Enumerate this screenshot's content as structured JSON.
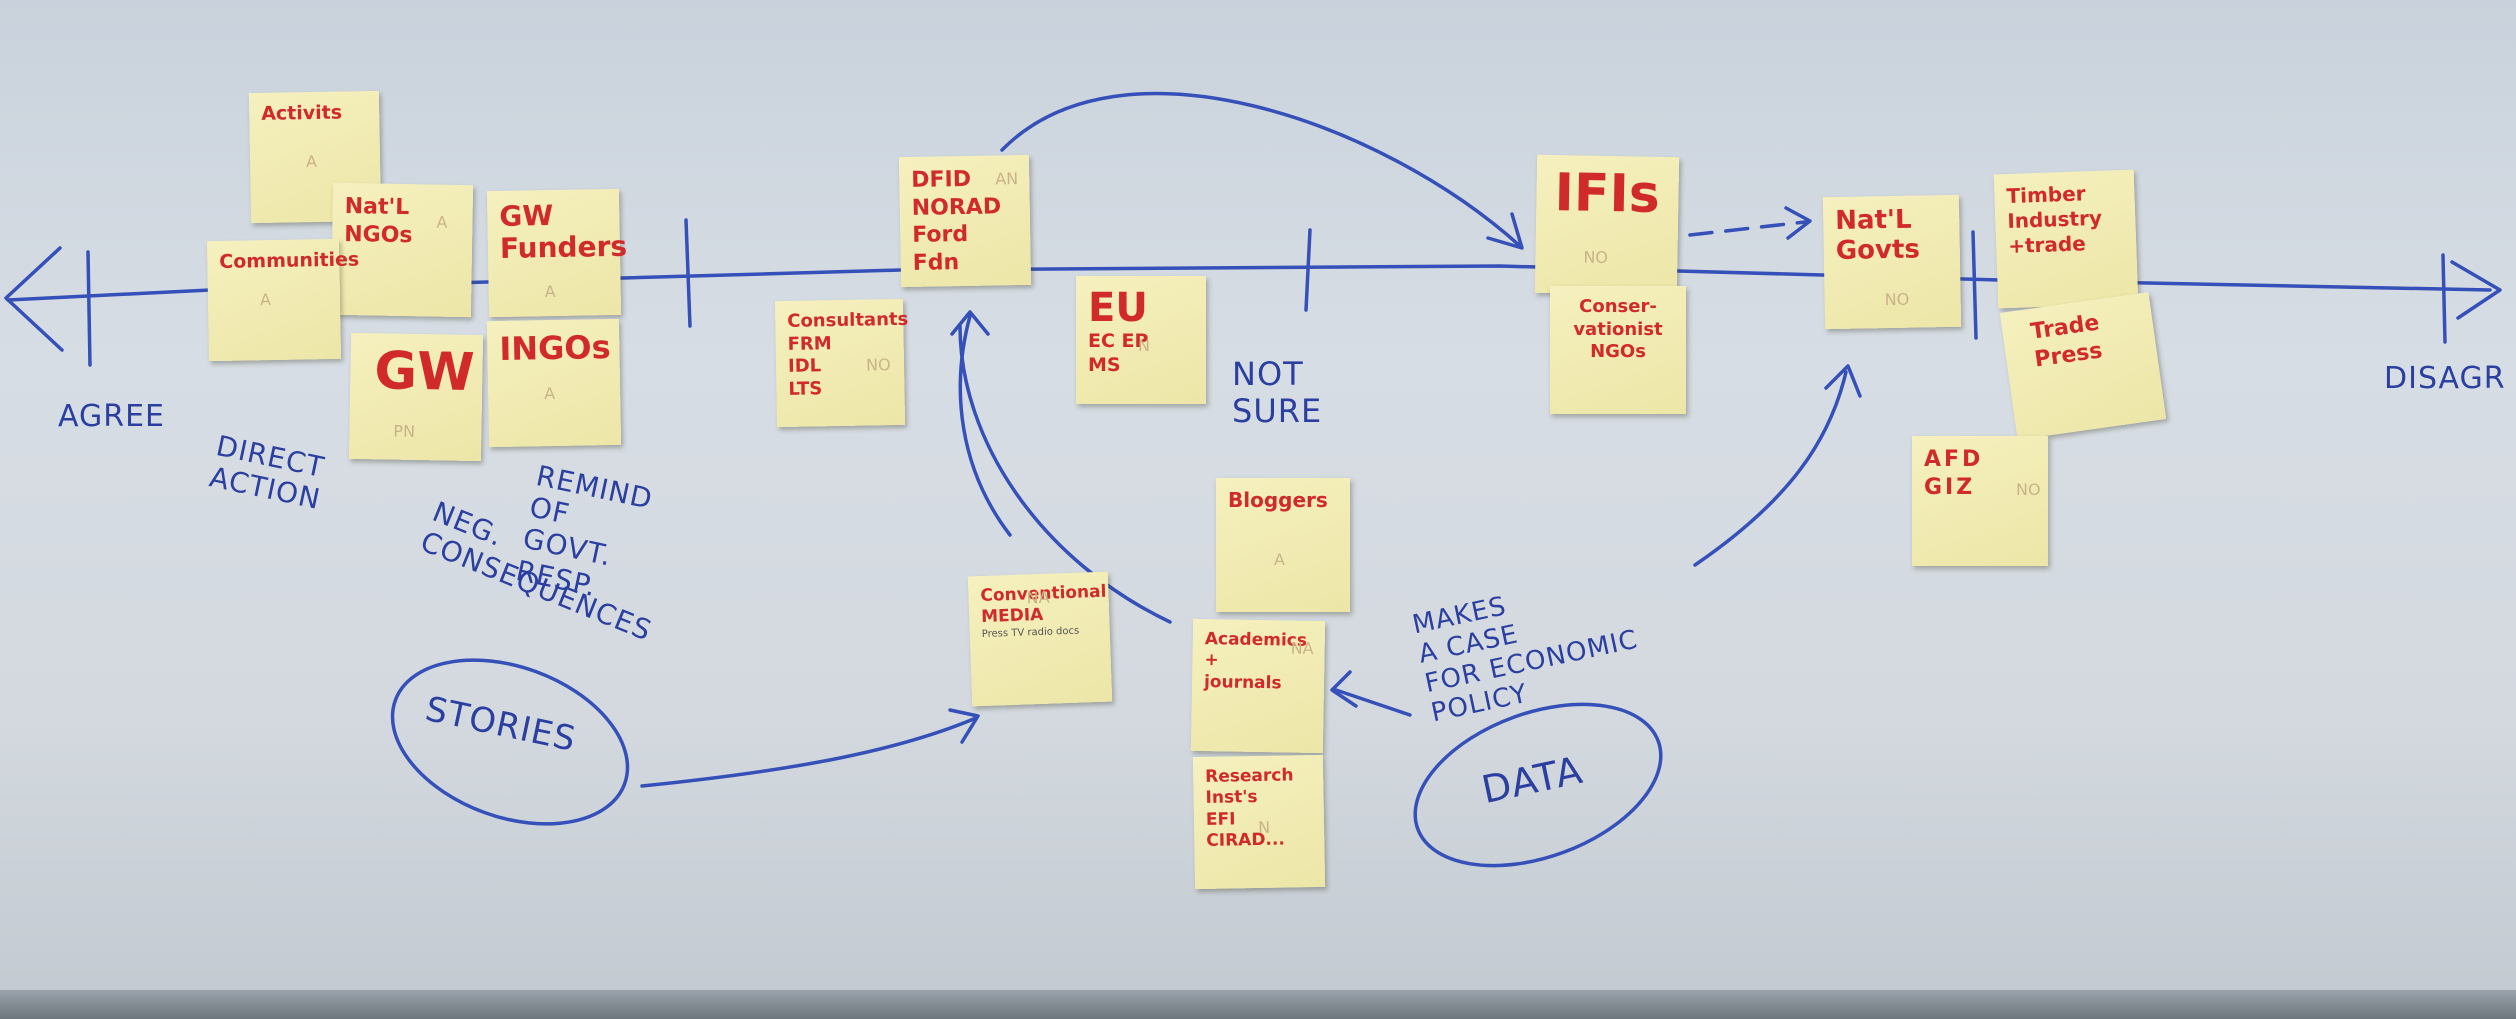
{
  "axis": {
    "left_label": "AGREE",
    "right_label": "DISAGR"
  },
  "notes": [
    {
      "id": "activists",
      "label": "Activits",
      "tag": "A"
    },
    {
      "id": "natl-ngos",
      "label": "Nat'L\nNGOs",
      "tag": "A"
    },
    {
      "id": "communities",
      "label": "Communities",
      "tag": "A"
    },
    {
      "id": "gw-funders",
      "label": "GW\nFunders",
      "tag": "A"
    },
    {
      "id": "gw",
      "label": "GW",
      "tag": "PN"
    },
    {
      "id": "ingos",
      "label": "INGOs",
      "tag": "A"
    },
    {
      "id": "dfid",
      "label": "DFID\nNORAD\nFord Fdn",
      "tag": "AN"
    },
    {
      "id": "consultants",
      "label": "Consultants\nFRM\nIDL\nLTS",
      "tag": "NO"
    },
    {
      "id": "eu",
      "label": "EU",
      "sub": "EC  EP\nMS",
      "tag": "N"
    },
    {
      "id": "ifis",
      "label": "IFIs",
      "tag": "NO"
    },
    {
      "id": "conservationist",
      "label": "Conser-\nvationist\nNGOs",
      "tag": ""
    },
    {
      "id": "natl-govts",
      "label": "Nat'L\nGovts",
      "tag": "NO"
    },
    {
      "id": "timber",
      "label": "Timber\nIndustry\n+trade",
      "tag": ""
    },
    {
      "id": "trade-press",
      "label": "Trade\nPress",
      "tag": ""
    },
    {
      "id": "afd-giz",
      "label": "AFD\nGIZ",
      "tag": "NO"
    },
    {
      "id": "bloggers",
      "label": "Bloggers",
      "tag": "A"
    },
    {
      "id": "conventional-media",
      "label": "Conventional\nMEDIA",
      "sub": "Press  TV  radio  docs",
      "tag": "NA"
    },
    {
      "id": "academics",
      "label": "Academics\n+\njournals",
      "tag": "NA"
    },
    {
      "id": "research",
      "label": "Research\nInst's\nEFI\nCIRAD...",
      "tag": "N"
    }
  ],
  "annotations": {
    "direct_action": "DIRECT\nACTION",
    "remind": "REMIND\nOF\nGOVT.\nRESP.",
    "neg_consequences": "NEG.\nCONSEQUENCES",
    "stories": "STORIES",
    "not_sure": "NOT\nSURE",
    "makes_case": "MAKES\nA CASE\nFOR ECONOMIC\nPOLICY",
    "data": "DATA"
  },
  "colors": {
    "marker_blue": "#2b3fa0",
    "marker_red": "#d12a2a",
    "sticky_yellow": "#f2ecb4",
    "board": "#d3d9df"
  }
}
